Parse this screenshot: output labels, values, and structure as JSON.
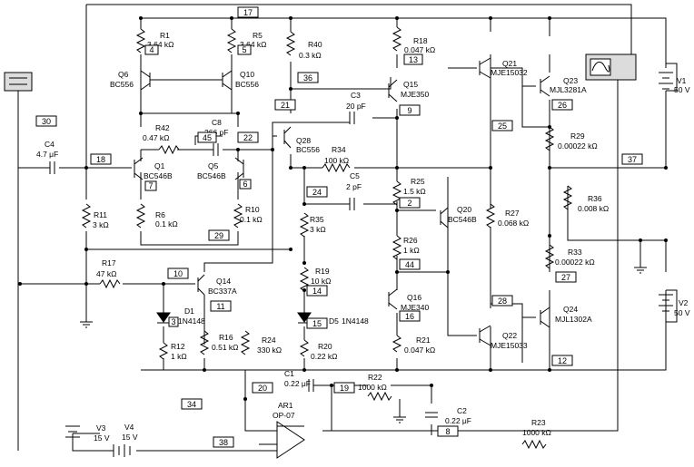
{
  "components": {
    "R1": {
      "ref": "R1",
      "val": "3.64 kΩ"
    },
    "R5": {
      "ref": "R5",
      "val": "3.64 kΩ"
    },
    "R40": {
      "ref": "R40",
      "val": "0.3 kΩ"
    },
    "R18": {
      "ref": "R18",
      "val": "0.047 kΩ"
    },
    "Q21": {
      "ref": "Q21",
      "val": "MJE15032"
    },
    "Q23": {
      "ref": "Q23",
      "val": "MJL3281A"
    },
    "V1": {
      "ref": "V1",
      "val": "50 V"
    },
    "Q6": {
      "ref": "Q6",
      "val": "BC556"
    },
    "Q10": {
      "ref": "Q10",
      "val": "BC556"
    },
    "Q15": {
      "ref": "Q15",
      "val": "MJE350"
    },
    "C3": {
      "ref": "C3",
      "val": "20 pF"
    },
    "R42": {
      "ref": "R42",
      "val": "0.47 kΩ"
    },
    "C8": {
      "ref": "C8",
      "val": "266 pF"
    },
    "C4": {
      "ref": "C4",
      "val": "4.7 μF"
    },
    "Q28": {
      "ref": "Q28",
      "val": "BC556"
    },
    "R29": {
      "ref": "R29",
      "val": "0.00022 kΩ"
    },
    "Q1": {
      "ref": "Q1",
      "val": "BC546B"
    },
    "Q5": {
      "ref": "Q5",
      "val": "BC546B"
    },
    "R34": {
      "ref": "R34",
      "val": "100 kΩ"
    },
    "C5": {
      "ref": "C5",
      "val": "2 pF"
    },
    "R25": {
      "ref": "R25",
      "val": "1.5 kΩ"
    },
    "R36": {
      "ref": "R36",
      "val": "0.008 kΩ"
    },
    "R6": {
      "ref": "R6",
      "val": "0.1 kΩ"
    },
    "R10": {
      "ref": "R10",
      "val": "0.1 kΩ"
    },
    "R11": {
      "ref": "R11",
      "val": "3 kΩ"
    },
    "Q20": {
      "ref": "Q20",
      "val": "BC546B"
    },
    "R27": {
      "ref": "R27",
      "val": "0.068 kΩ"
    },
    "R35": {
      "ref": "R35",
      "val": "3 kΩ"
    },
    "R26": {
      "ref": "R26",
      "val": "1 kΩ"
    },
    "R33": {
      "ref": "R33",
      "val": "0.00022 kΩ"
    },
    "R17": {
      "ref": "R17",
      "val": "47 kΩ"
    },
    "Q14": {
      "ref": "Q14",
      "val": "BC337A"
    },
    "R19": {
      "ref": "R19",
      "val": "10 kΩ"
    },
    "Q16": {
      "ref": "Q16",
      "val": "MJE340"
    },
    "D1": {
      "ref": "D1",
      "val": "1N4148"
    },
    "D5": {
      "ref": "D5",
      "val": "1N4148"
    },
    "Q24": {
      "ref": "Q24",
      "val": "MJL1302A"
    },
    "V2": {
      "ref": "V2",
      "val": "50 V"
    },
    "R12": {
      "ref": "R12",
      "val": "1 kΩ"
    },
    "R16": {
      "ref": "R16",
      "val": "0.51 kΩ"
    },
    "R24": {
      "ref": "R24",
      "val": "330 kΩ"
    },
    "R20": {
      "ref": "R20",
      "val": "0.22 kΩ"
    },
    "R21": {
      "ref": "R21",
      "val": "0.047 kΩ"
    },
    "Q22": {
      "ref": "Q22",
      "val": "MJE15033"
    },
    "C1": {
      "ref": "C1",
      "val": "0.22 μF"
    },
    "R22": {
      "ref": "R22",
      "val": "1000 kΩ"
    },
    "AR1": {
      "ref": "AR1",
      "val": "OP-07"
    },
    "C2": {
      "ref": "C2",
      "val": "0.22 μF"
    },
    "V3": {
      "ref": "V3",
      "val": "15 V"
    },
    "V4": {
      "ref": "V4",
      "val": "15 V"
    },
    "R23": {
      "ref": "R23",
      "val": "1000 kΩ"
    }
  },
  "nodes": {
    "n17": "17",
    "n4": "4",
    "n5": "5",
    "n13": "13",
    "n36": "36",
    "n30": "30",
    "n21": "21",
    "n9": "9",
    "n25": "25",
    "n26": "26",
    "n45": "45",
    "n22": "22",
    "n18": "18",
    "n7": "7",
    "n6": "6",
    "n37": "37",
    "n24": "24",
    "n2": "2",
    "n29": "29",
    "n44": "44",
    "n10": "10",
    "n14": "14",
    "n27": "27",
    "n28": "28",
    "n11": "11",
    "n3": "3",
    "n16": "16",
    "n15": "15",
    "n12": "12",
    "n20": "20",
    "n19": "19",
    "n34": "34",
    "n8": "8",
    "n38": "38"
  }
}
